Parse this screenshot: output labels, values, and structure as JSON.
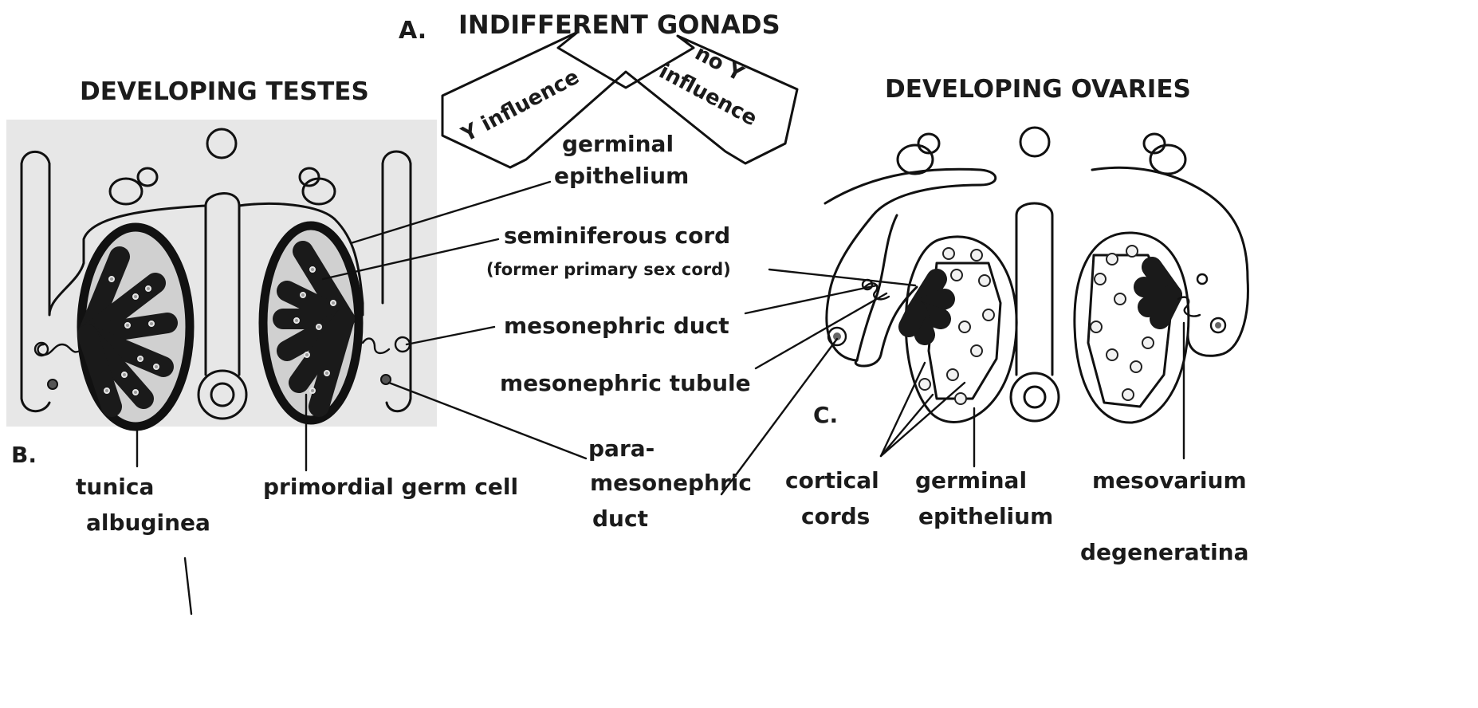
{
  "figure": {
    "title_letter": "A.",
    "title": "INDIFFERENT GONADS",
    "left_heading": "DEVELOPING  TESTES",
    "right_heading": "DEVELOPING  OVARIES",
    "arrow_left": "Y influence",
    "arrow_right_line1": "no Y",
    "arrow_right_line2": "influence",
    "panel_b": "B.",
    "panel_c": "C."
  },
  "labels": {
    "germinal_epithelium_1": "germinal",
    "germinal_epithelium_2": "epithelium",
    "seminiferous_cord": "seminiferous  cord",
    "former_primary": "(former primary sex cord)",
    "mesonephric_duct": "mesonephric  duct",
    "mesonephric_tubule": "mesonephric  tubule",
    "paramesonephric_1": "para-",
    "paramesonephric_2": "mesonephric",
    "paramesonephric_3": "duct",
    "tunica_1": "tunica",
    "tunica_2": "albuginea",
    "primordial_germ_cell": "primordial  germ cell",
    "cortical_1": "cortical",
    "cortical_2": "cords",
    "ov_germinal_1": "germinal",
    "ov_germinal_2": "epithelium",
    "mesovarium": "mesovarium",
    "degenerating": "degeneratina"
  },
  "colors": {
    "panel_gray": "#e7e7e7",
    "gonad_gray": "#c9c9c9",
    "ink": "#111111"
  }
}
